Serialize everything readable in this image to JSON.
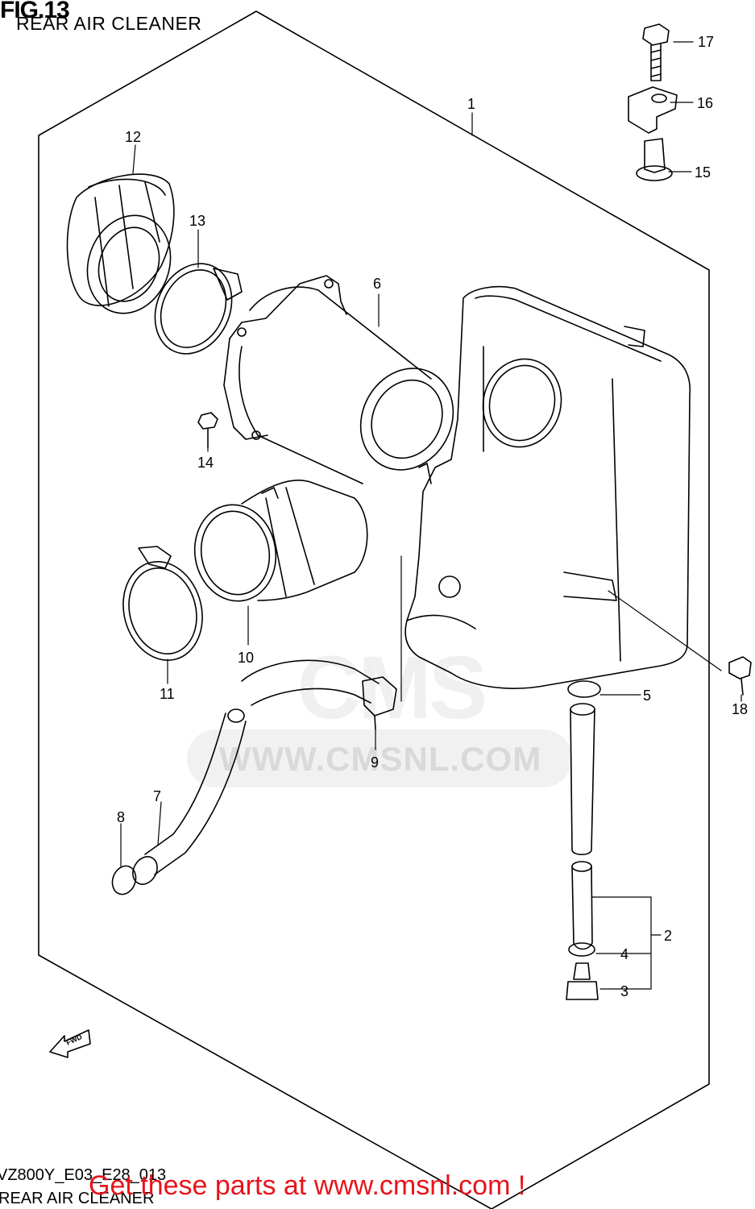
{
  "figure": {
    "number": "FIG.13",
    "title": "REAR AIR CLEANER",
    "model_code": "VZ800Y_E03_E28_013",
    "footer_title": "REAR AIR CLEANER"
  },
  "watermark": {
    "text": "WWW.CMSNL.COM",
    "logo_text": "CMS"
  },
  "promo_text": "Get these parts at www.cmsnl.com !",
  "direction_indicator": "FWD",
  "callouts": [
    "1",
    "2",
    "3",
    "4",
    "5",
    "6",
    "7",
    "8",
    "9",
    "10",
    "11",
    "12",
    "13",
    "14",
    "15",
    "16",
    "17",
    "18"
  ]
}
